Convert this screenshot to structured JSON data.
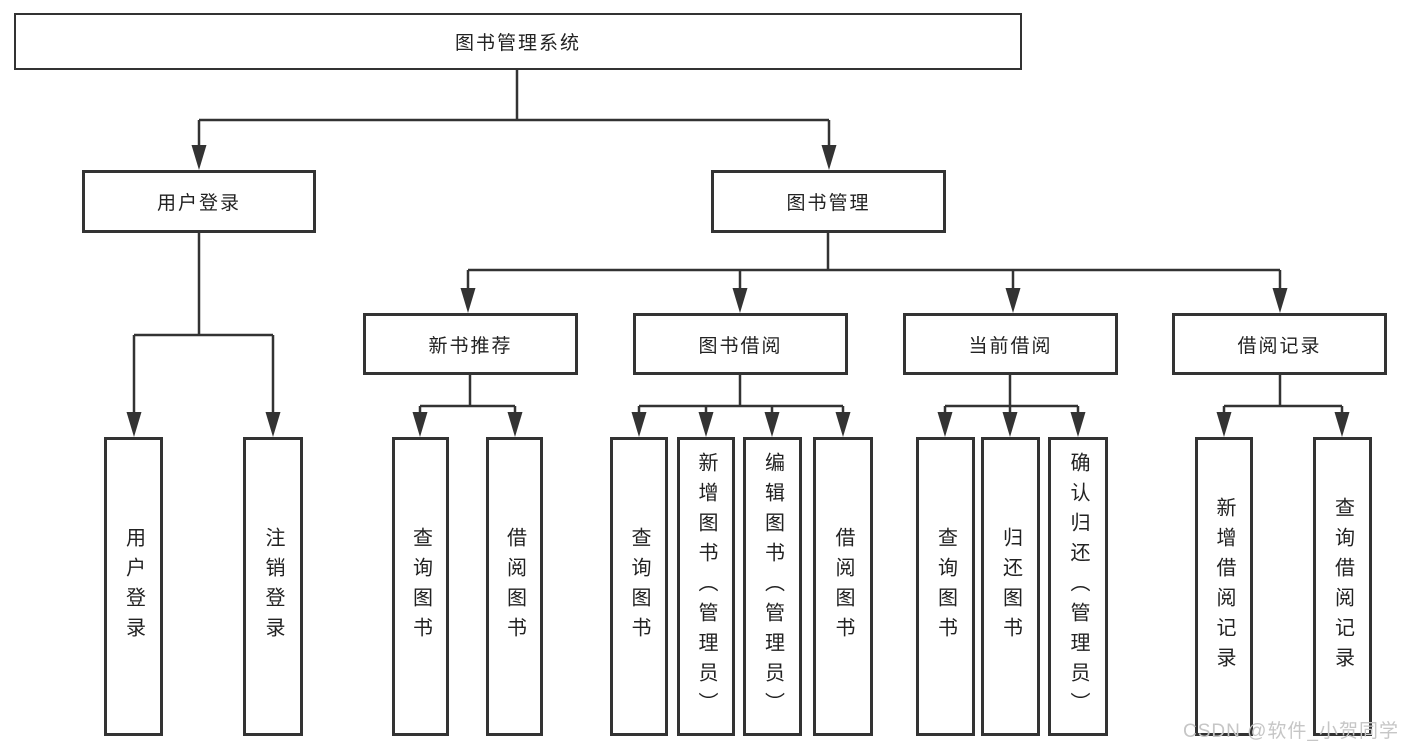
{
  "tree": {
    "root": {
      "label": "图书管理系统",
      "children": [
        {
          "label": "用户登录",
          "children": [
            {
              "label": "用户登录"
            },
            {
              "label": "注销登录"
            }
          ]
        },
        {
          "label": "图书管理",
          "children": [
            {
              "label": "新书推荐",
              "children": [
                {
                  "label": "查询图书"
                },
                {
                  "label": "借阅图书"
                }
              ]
            },
            {
              "label": "图书借阅",
              "children": [
                {
                  "label": "查询图书"
                },
                {
                  "label": "新增图书（管理员）"
                },
                {
                  "label": "编辑图书（管理员）"
                },
                {
                  "label": "借阅图书"
                }
              ]
            },
            {
              "label": "当前借阅",
              "children": [
                {
                  "label": "查询图书"
                },
                {
                  "label": "归还图书"
                },
                {
                  "label": "确认归还（管理员）"
                }
              ]
            },
            {
              "label": "借阅记录",
              "children": [
                {
                  "label": "新增借阅记录"
                },
                {
                  "label": "查询借阅记录"
                }
              ]
            }
          ]
        }
      ]
    }
  },
  "watermark": {
    "text": "CSDN @软件_小贺同学"
  },
  "colors": {
    "line": "#333333",
    "box_border": "#333333",
    "text": "#222222",
    "watermark": "#c6c6c6",
    "background": "#ffffff"
  }
}
